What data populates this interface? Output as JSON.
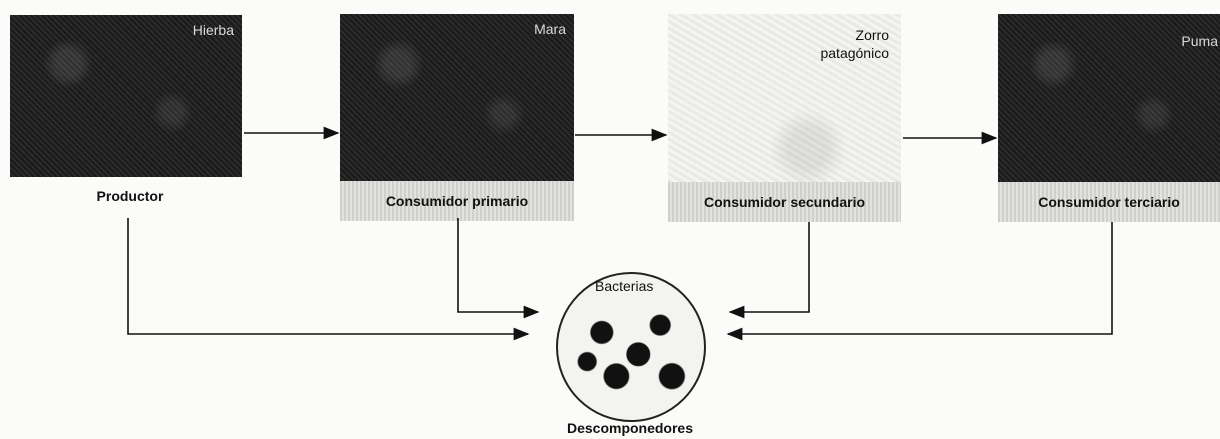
{
  "nodes": {
    "producer": {
      "species": "Hierba",
      "role": "Productor"
    },
    "primary": {
      "species": "Mara",
      "role": "Consumidor primario"
    },
    "secondary": {
      "species_line1": "Zorro",
      "species_line2": "patagónico",
      "role": "Consumidor secundario"
    },
    "tertiary": {
      "species": "Puma",
      "role": "Consumidor terciario"
    },
    "decomposer": {
      "species": "Bacterias",
      "role": "Descomponedores"
    }
  }
}
